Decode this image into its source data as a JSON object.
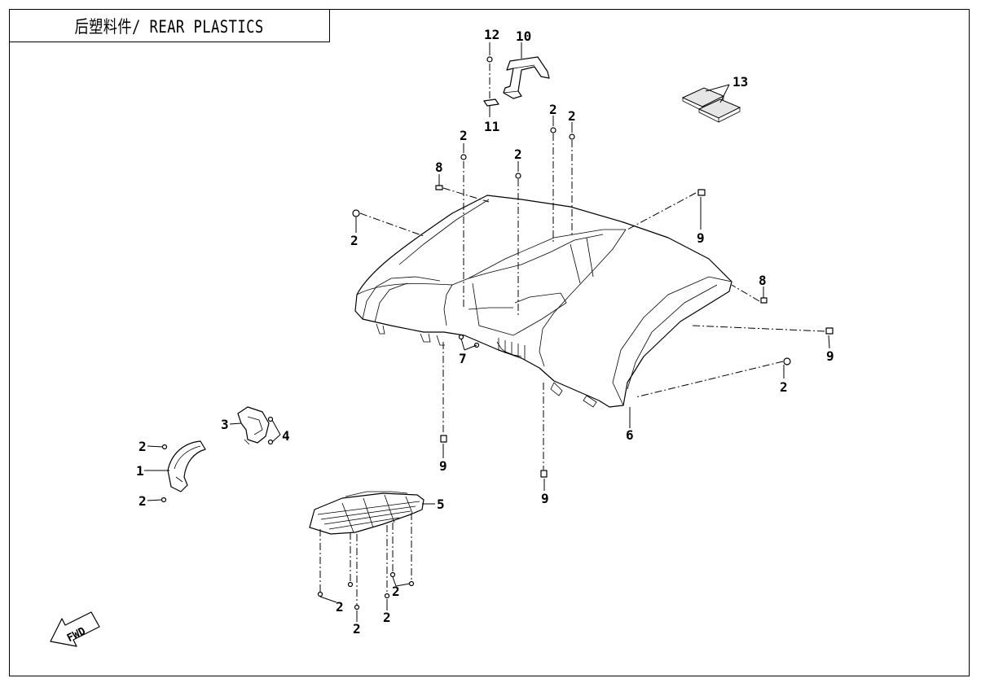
{
  "header": {
    "title": "后塑料件/ REAR PLASTICS"
  },
  "fwd_arrow": {
    "text": "FWD"
  },
  "callouts": {
    "c1": "1",
    "c2a": "2",
    "c2b": "2",
    "c2c": "2",
    "c2d": "2",
    "c2e": "2",
    "c2f": "2",
    "c2g": "2",
    "c2h": "2",
    "c2i": "2",
    "c2j": "2",
    "c2k": "2",
    "c3": "3",
    "c4": "4",
    "c5": "5",
    "c6": "6",
    "c7": "7",
    "c8a": "8",
    "c8b": "8",
    "c9a": "9",
    "c9b": "9",
    "c9c": "9",
    "c9d": "9",
    "c10": "10",
    "c11": "11",
    "c12": "12",
    "c13": "13"
  }
}
